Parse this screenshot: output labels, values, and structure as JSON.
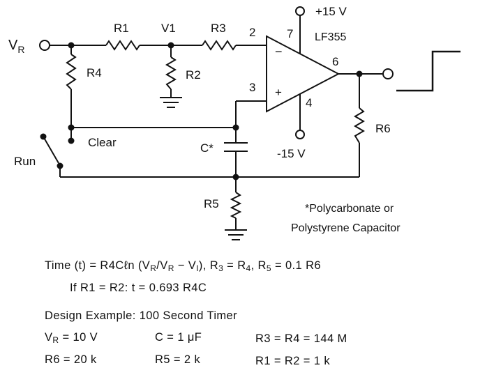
{
  "nodes": {
    "vr_prefix": "V",
    "vr_sub": "R",
    "v1": "V1",
    "pin2": "2",
    "pin3": "3",
    "pin4": "4",
    "pin6": "6",
    "pin7": "7",
    "plus15": "+15 V",
    "minus15": "-15 V",
    "opamp": "LF355",
    "inv_sign": "−",
    "noninv_sign": "+"
  },
  "components": {
    "r1": "R1",
    "r2": "R2",
    "r3": "R3",
    "r4": "R4",
    "r5": "R5",
    "r6": "R6",
    "cap": "C*",
    "clear": "Clear",
    "run": "Run"
  },
  "footnote": {
    "line1": "*Polycarbonate or",
    "line2": "Polystyrene Capacitor"
  },
  "equations": {
    "time_a": "Time (t) = R4Cℓn (V",
    "time_sub1": "R",
    "time_b": "/V",
    "time_sub2": "R",
    "time_c": " − V",
    "time_sub3": "I",
    "time_d": "), R",
    "time_sub4": "3",
    "time_e": " = R",
    "time_sub5": "4",
    "time_f": ", R",
    "time_sub6": "5",
    "time_g": " = 0.1 R6",
    "if_line": "If R1 = R2: t = 0.693 R4C",
    "design_title": "Design Example: 100 Second Timer",
    "vr_a": "V",
    "vr_sub": "R",
    "vr_b": " = 10 V",
    "c_val": "C = 1 μF",
    "r3r4": "R3 = R4 = 144 M",
    "r6": "R6 = 20 k",
    "r5": "R5 = 2 k",
    "r1r2": "R1 = R2 = 1 k"
  }
}
